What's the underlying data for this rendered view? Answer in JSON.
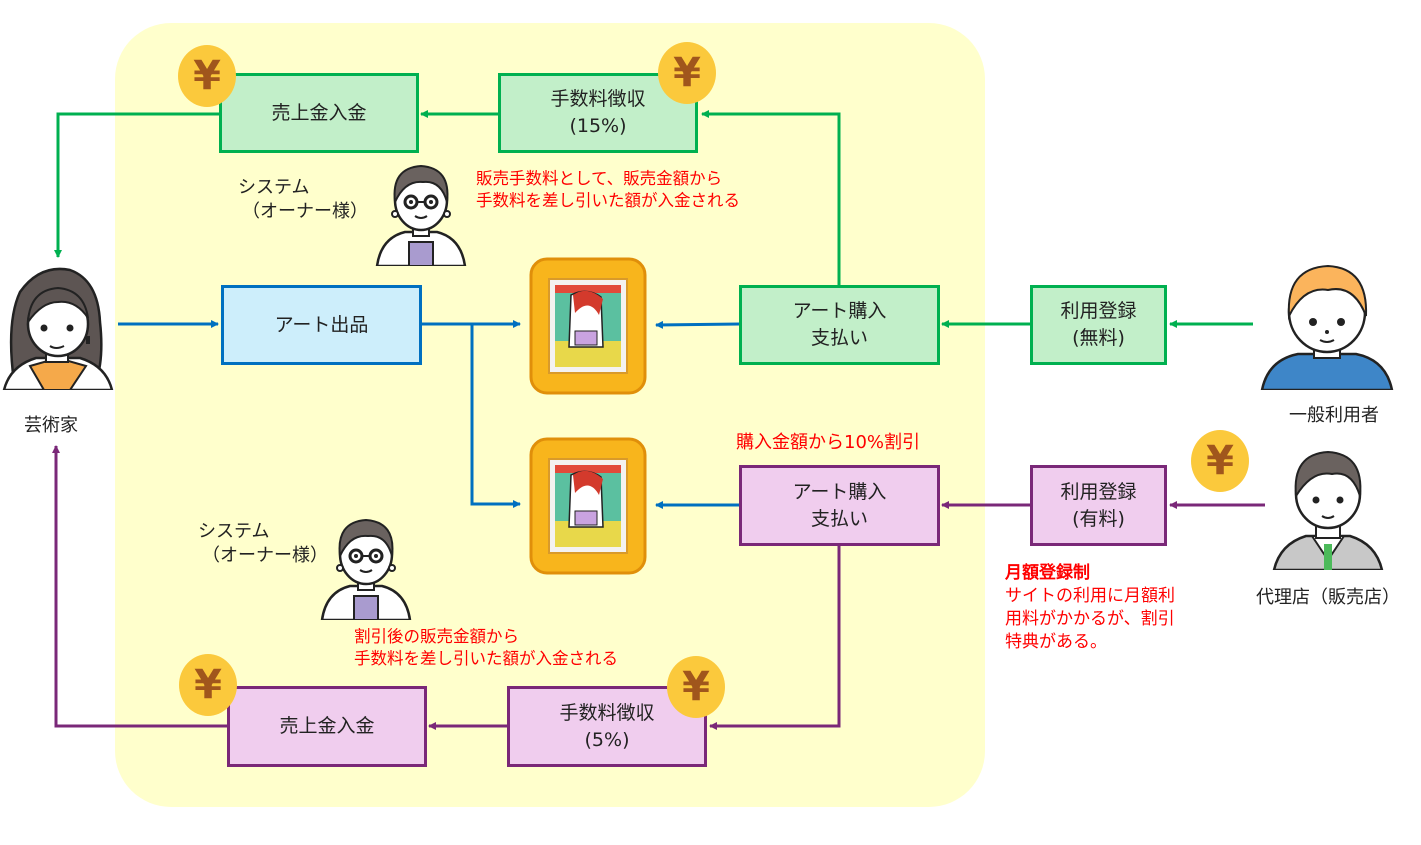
{
  "actors": {
    "artist": "芸術家",
    "general_user": "一般利用者",
    "agency": "代理店（販売店）",
    "system_owner_line1": "システム",
    "system_owner_line2": "（オーナー様）"
  },
  "top_flow": {
    "sales_deposit": "売上金入金",
    "fee_collection_line1": "手数料徴収",
    "fee_collection_line2": "(15%)",
    "purchase_line1": "アート購入",
    "purchase_line2": "支払い",
    "registration_line1": "利用登録",
    "registration_line2": "(無料)",
    "note_line1": "販売手数料として、販売金額から",
    "note_line2": "手数料を差し引いた額が入金される"
  },
  "listing": {
    "label": "アート出品"
  },
  "bottom_flow": {
    "sales_deposit": "売上金入金",
    "fee_collection_line1": "手数料徴収",
    "fee_collection_line2": "(5%)",
    "purchase_line1": "アート購入",
    "purchase_line2": "支払い",
    "registration_line1": "利用登録",
    "registration_line2": "(有料)",
    "discount_note": "購入金額から10%割引",
    "note_line1": "割引後の販売金額から",
    "note_line2": "手数料を差し引いた額が入金される",
    "monthly_title": "月額登録制",
    "monthly_line1": "サイトの利用に月額利",
    "monthly_line2": "用料がかかるが、割引",
    "monthly_line3": "特典がある。"
  },
  "icons": {
    "yen_symbol": "¥"
  },
  "colors": {
    "top_flow": "#00b050",
    "listing": "#0070c0",
    "bottom_flow": "#7a2878",
    "note": "#ff0000",
    "panel": "#ffffcc"
  }
}
